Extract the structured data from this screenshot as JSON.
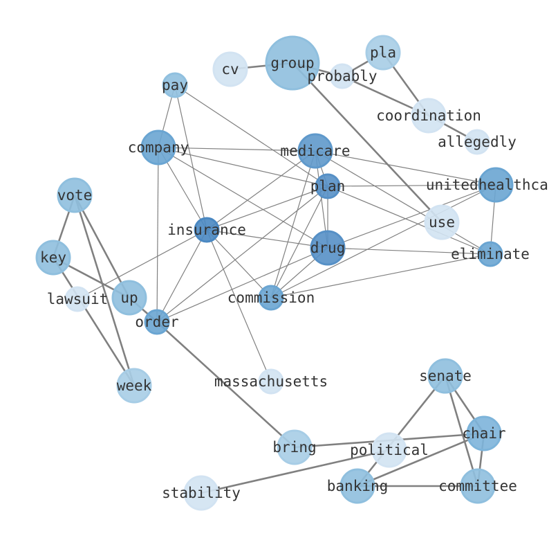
{
  "graph": {
    "nodes": [
      {
        "id": "group",
        "label": "group",
        "color": "#8fbfde"
      },
      {
        "id": "cv",
        "label": "cv",
        "color": "#d2e3f2"
      },
      {
        "id": "pla",
        "label": "pla",
        "color": "#a7cde6"
      },
      {
        "id": "probably",
        "label": "probably",
        "color": "#d2e3f2"
      },
      {
        "id": "coordination",
        "label": "coordination",
        "color": "#d2e3f2"
      },
      {
        "id": "allegedly",
        "label": "allegedly",
        "color": "#d2e3f2"
      },
      {
        "id": "pay",
        "label": "pay",
        "color": "#90c0df"
      },
      {
        "id": "company",
        "label": "company",
        "color": "#6aa5d2"
      },
      {
        "id": "medicare",
        "label": "medicare",
        "color": "#5f99cb"
      },
      {
        "id": "plan",
        "label": "plan",
        "color": "#5690c6"
      },
      {
        "id": "unitedhealthcare",
        "label": "unitedhealthcare",
        "color": "#6aa5d2"
      },
      {
        "id": "use",
        "label": "use",
        "color": "#d2e3f2"
      },
      {
        "id": "insurance",
        "label": "insurance",
        "color": "#4a88c2"
      },
      {
        "id": "drug",
        "label": "drug",
        "color": "#5690c6"
      },
      {
        "id": "eliminate",
        "label": "eliminate",
        "color": "#6aa5d2"
      },
      {
        "id": "vote",
        "label": "vote",
        "color": "#8fbfde"
      },
      {
        "id": "key",
        "label": "key",
        "color": "#8fbfde"
      },
      {
        "id": "lawsuit",
        "label": "lawsuit",
        "color": "#d2e3f2"
      },
      {
        "id": "up",
        "label": "up",
        "color": "#8fbfde"
      },
      {
        "id": "order",
        "label": "order",
        "color": "#6aa5d2"
      },
      {
        "id": "commission",
        "label": "commission",
        "color": "#6aa5d2"
      },
      {
        "id": "week",
        "label": "week",
        "color": "#a7cde6"
      },
      {
        "id": "massachusetts",
        "label": "massachusetts",
        "color": "#d2e3f2"
      },
      {
        "id": "senate",
        "label": "senate",
        "color": "#8fbfde"
      },
      {
        "id": "chair",
        "label": "chair",
        "color": "#7db4da"
      },
      {
        "id": "bring",
        "label": "bring",
        "color": "#a7cde6"
      },
      {
        "id": "political",
        "label": "political",
        "color": "#d2e3f2"
      },
      {
        "id": "banking",
        "label": "banking",
        "color": "#8fbfde"
      },
      {
        "id": "committee",
        "label": "committee",
        "color": "#8fbfde"
      },
      {
        "id": "stability",
        "label": "stability",
        "color": "#d2e3f2"
      }
    ],
    "edges": [
      [
        "group",
        "cv",
        1
      ],
      [
        "group",
        "probably",
        1
      ],
      [
        "group",
        "use",
        1
      ],
      [
        "probably",
        "pla",
        1
      ],
      [
        "probably",
        "coordination",
        1
      ],
      [
        "pla",
        "coordination",
        1
      ],
      [
        "coordination",
        "allegedly",
        1
      ],
      [
        "vote",
        "key",
        1
      ],
      [
        "vote",
        "up",
        1
      ],
      [
        "vote",
        "week",
        1
      ],
      [
        "key",
        "up",
        1
      ],
      [
        "key",
        "week",
        1
      ],
      [
        "up",
        "order",
        1
      ],
      [
        "order",
        "bring",
        1
      ],
      [
        "bring",
        "chair",
        1
      ],
      [
        "senate",
        "chair",
        1
      ],
      [
        "senate",
        "committee",
        1
      ],
      [
        "senate",
        "banking",
        1
      ],
      [
        "chair",
        "committee",
        1
      ],
      [
        "banking",
        "chair",
        1
      ],
      [
        "banking",
        "committee",
        1
      ],
      [
        "stability",
        "political",
        1
      ],
      [
        "pay",
        "company",
        0
      ],
      [
        "pay",
        "insurance",
        0
      ],
      [
        "pay",
        "plan",
        0
      ],
      [
        "company",
        "medicare",
        0
      ],
      [
        "company",
        "plan",
        0
      ],
      [
        "company",
        "insurance",
        0
      ],
      [
        "company",
        "drug",
        0
      ],
      [
        "company",
        "order",
        0
      ],
      [
        "medicare",
        "plan",
        0
      ],
      [
        "medicare",
        "drug",
        0
      ],
      [
        "medicare",
        "insurance",
        0
      ],
      [
        "medicare",
        "commission",
        0
      ],
      [
        "medicare",
        "unitedhealthcare",
        0
      ],
      [
        "medicare",
        "eliminate",
        0
      ],
      [
        "plan",
        "unitedhealthcare",
        0
      ],
      [
        "plan",
        "eliminate",
        0
      ],
      [
        "plan",
        "insurance",
        0
      ],
      [
        "plan",
        "drug",
        0
      ],
      [
        "plan",
        "commission",
        0
      ],
      [
        "plan",
        "order",
        0
      ],
      [
        "insurance",
        "drug",
        0
      ],
      [
        "insurance",
        "order",
        0
      ],
      [
        "insurance",
        "commission",
        0
      ],
      [
        "insurance",
        "lawsuit",
        0
      ],
      [
        "insurance",
        "massachusetts",
        0
      ],
      [
        "drug",
        "eliminate",
        0
      ],
      [
        "drug",
        "unitedhealthcare",
        0
      ],
      [
        "drug",
        "commission",
        0
      ],
      [
        "drug",
        "order",
        0
      ],
      [
        "commission",
        "eliminate",
        0
      ],
      [
        "commission",
        "unitedhealthcare",
        0
      ],
      [
        "unitedhealthcare",
        "eliminate",
        0
      ]
    ],
    "edge_color": "#808080",
    "label_color": "#333333"
  }
}
